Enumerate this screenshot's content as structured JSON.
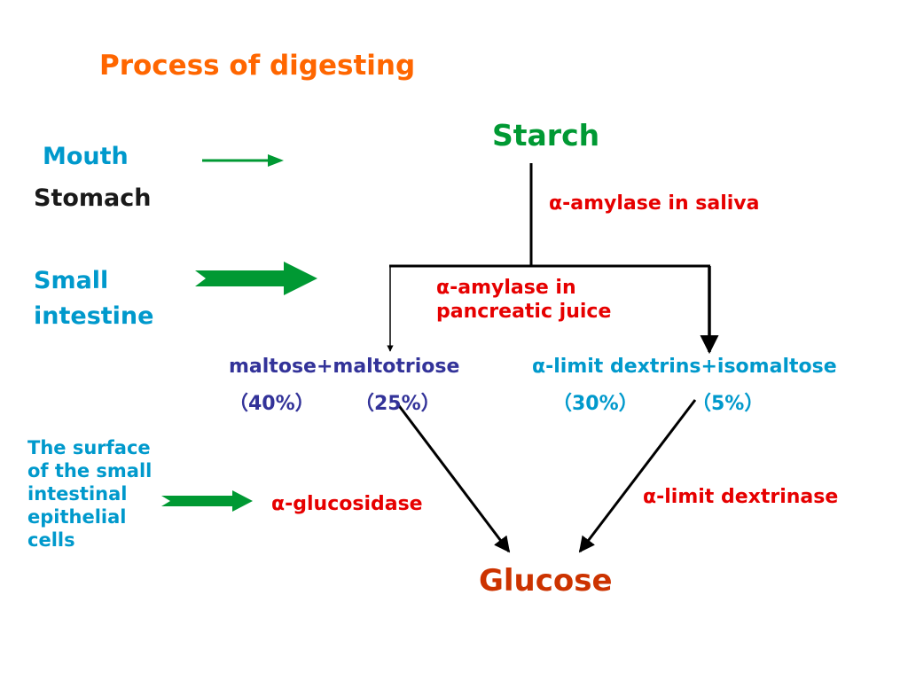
{
  "title": "Process of digesting",
  "nodes": {
    "starch": "Starch",
    "glucose": "Glucose"
  },
  "sites": {
    "mouth": "Mouth",
    "stomach": "Stomach",
    "small_intestine_line1": "Small",
    "small_intestine_line2": "intestine",
    "surface_lines": [
      "The surface",
      "of the small",
      "intestinal",
      "epithelial",
      "cells"
    ]
  },
  "enzymes": {
    "saliva": "α-amylase in saliva",
    "pancreatic_line1": "α-amylase in",
    "pancreatic_line2": "pancreatic juice",
    "glucosidase": "α-glucosidase",
    "dextrinase": "α-limit dextrinase"
  },
  "products": {
    "maltose": "maltose+maltotriose",
    "dextrins": "α-limit dextrins+isomaltose",
    "maltose_pct": "（40%）",
    "maltotriose_pct": "（25%）",
    "dextrins_pct": "（30%）",
    "isomaltose_pct": "（5%）"
  },
  "colors": {
    "title": "#ff6600",
    "starch": "#009933",
    "glucose": "#cc3300",
    "site": "#0099cc",
    "enzyme": "#e60000",
    "product_left": "#333399",
    "product_right": "#0099cc",
    "arrow_green": "#009933",
    "line": "#000000"
  }
}
